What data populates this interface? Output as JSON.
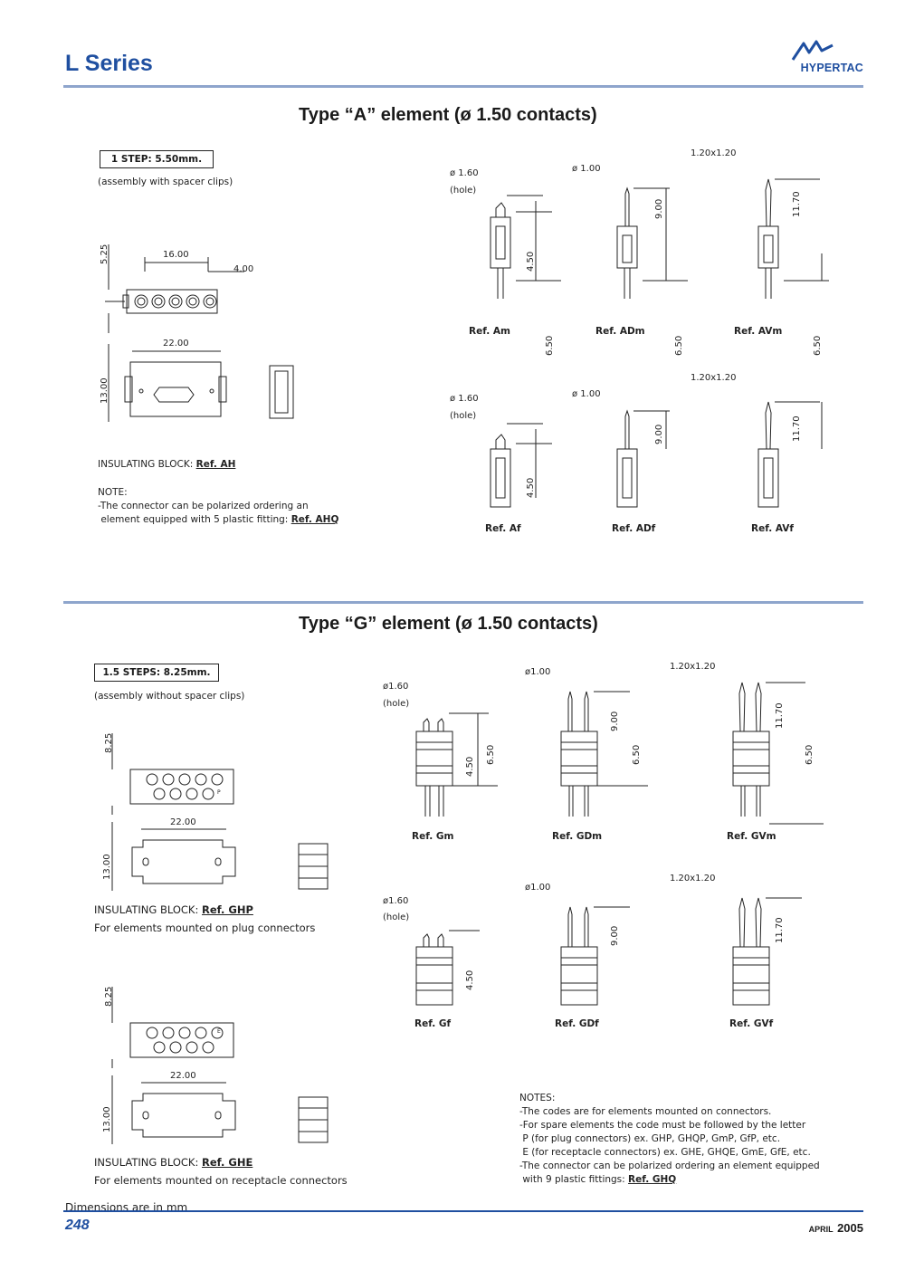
{
  "header": {
    "series_title": "L Series",
    "brand": "HYPERTAC",
    "brand_color": "#1f4fa0"
  },
  "section_a": {
    "title": "Type “A” element (ø 1.50 contacts)",
    "step_label": "1 STEP: 5.50mm.",
    "assembly_note": "(assembly with spacer clips)",
    "dims": {
      "d525": "5.25",
      "d1600": "16.00",
      "d400": "4.00",
      "d2200": "22.00",
      "d1300": "13.00"
    },
    "insulating_label": "INSULATING BLOCK: ",
    "insulating_ref": "Ref. AH",
    "note_title": "NOTE:",
    "note_line1": "-The connector can be polarized ordering an",
    "note_line2": " element equipped with 5 plastic fitting: ",
    "note_ref": "Ref. AHQ",
    "contact_dims": {
      "hole_dia": "ø 1.60",
      "hole": "(hole)",
      "pin_dia": "ø 1.00",
      "square": "1.20x1.20",
      "d450": "4.50",
      "d650": "6.50",
      "d900": "9.00",
      "d1170": "11.70"
    },
    "refs": [
      "Ref. Am",
      "Ref. ADm",
      "Ref. AVm",
      "Ref. Af",
      "Ref. ADf",
      "Ref. AVf"
    ]
  },
  "section_g": {
    "title": "Type “G” element (ø 1.50 contacts)",
    "step_label": "1.5 STEPS: 8.25mm.",
    "assembly_note": "(assembly without spacer clips)",
    "dims": {
      "d825": "8.25",
      "d2200": "22.00",
      "d1300": "13.00"
    },
    "block_p_letter": "P",
    "block_e_letter": "E",
    "ghp_label": "INSULATING BLOCK: ",
    "ghp_ref": "Ref. GHP",
    "ghp_desc": "For elements mounted on plug connectors",
    "ghe_label": "INSULATING BLOCK: ",
    "ghe_ref": "Ref. GHE",
    "ghe_desc": "For elements mounted on receptacle connectors",
    "contact_dims": {
      "hole_dia": "ø1.60",
      "hole": "(hole)",
      "pin_dia": "ø1.00",
      "square": "1.20x1.20",
      "d450": "4.50",
      "d650": "6.50",
      "d900": "9.00",
      "d1170": "11.70"
    },
    "refs": [
      "Ref. Gm",
      "Ref. GDm",
      "Ref. GVm",
      "Ref. Gf",
      "Ref. GDf",
      "Ref. GVf"
    ],
    "notes": {
      "title": "NOTES:",
      "l1": "-The codes are for elements mounted on connectors.",
      "l2": "-For spare elements the code must be followed by the letter",
      "l3": " P (for plug connectors) ex. GHP, GHQP, GmP, GfP, etc.",
      "l4": " E (for receptacle connectors) ex. GHE, GHQE, GmE, GfE, etc.",
      "l5": "-The connector can be polarized ordering an element equipped",
      "l6": " with 9 plastic fittings: ",
      "ref": "Ref. GHQ"
    }
  },
  "footer": {
    "dimensions_note": "Dimensions are in mm",
    "page_number": "248",
    "month": "APRIL",
    "year": "2005"
  }
}
